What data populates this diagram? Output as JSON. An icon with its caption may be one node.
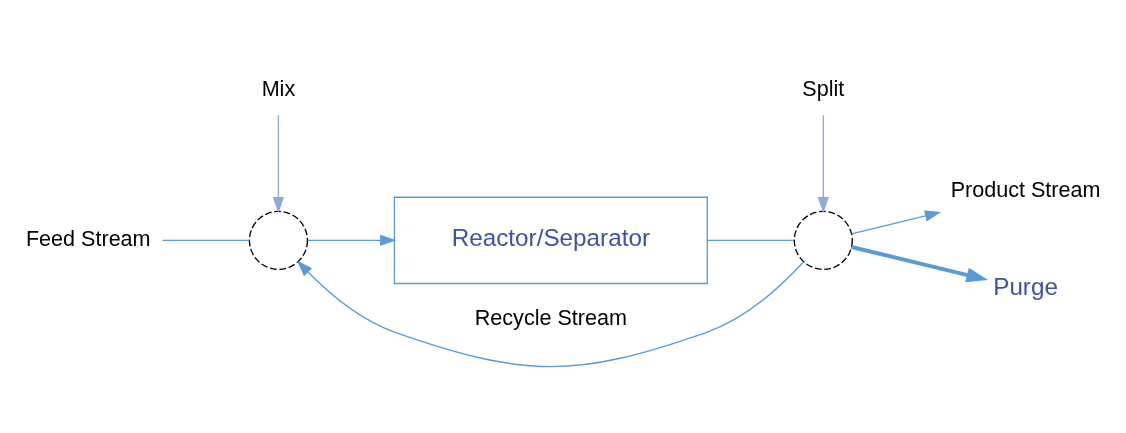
{
  "diagram": {
    "nodes": [
      {
        "text": [
          "Feed Stream"
        ]
      },
      {
        "text": [],
        "shape": "circle"
      },
      {
        "text": [
          "Reactor/Separator"
        ]
      },
      {
        "text": [],
        "shape": "circle"
      },
      {
        "text": [
          "Product Stream"
        ]
      },
      {
        "text": [
          "Purge"
        ]
      },
      {
        "text": [
          "Mix"
        ]
      },
      {
        "text": [
          "Split"
        ]
      }
    ],
    "edges": [
      {
        "from": 0,
        "to": 1,
        "arrow": "none"
      },
      {
        "from": 1,
        "to": 2,
        "arrow": "to"
      },
      {
        "from": 2,
        "to": 3,
        "arrow": "none"
      },
      {
        "from": 3,
        "to": 4,
        "arrow": "to"
      },
      {
        "from": 3,
        "to": 5,
        "arrow": "to",
        "style": "thick"
      },
      {
        "from": 3,
        "to": 1,
        "arrow": "to",
        "label": "Recycle Stream"
      },
      {
        "from": 6,
        "to": 1,
        "arrow": "to",
        "color": "#8eaadb"
      },
      {
        "from": 7,
        "to": 3,
        "arrow": "to",
        "color": "#8eaadb"
      }
    ]
  }
}
